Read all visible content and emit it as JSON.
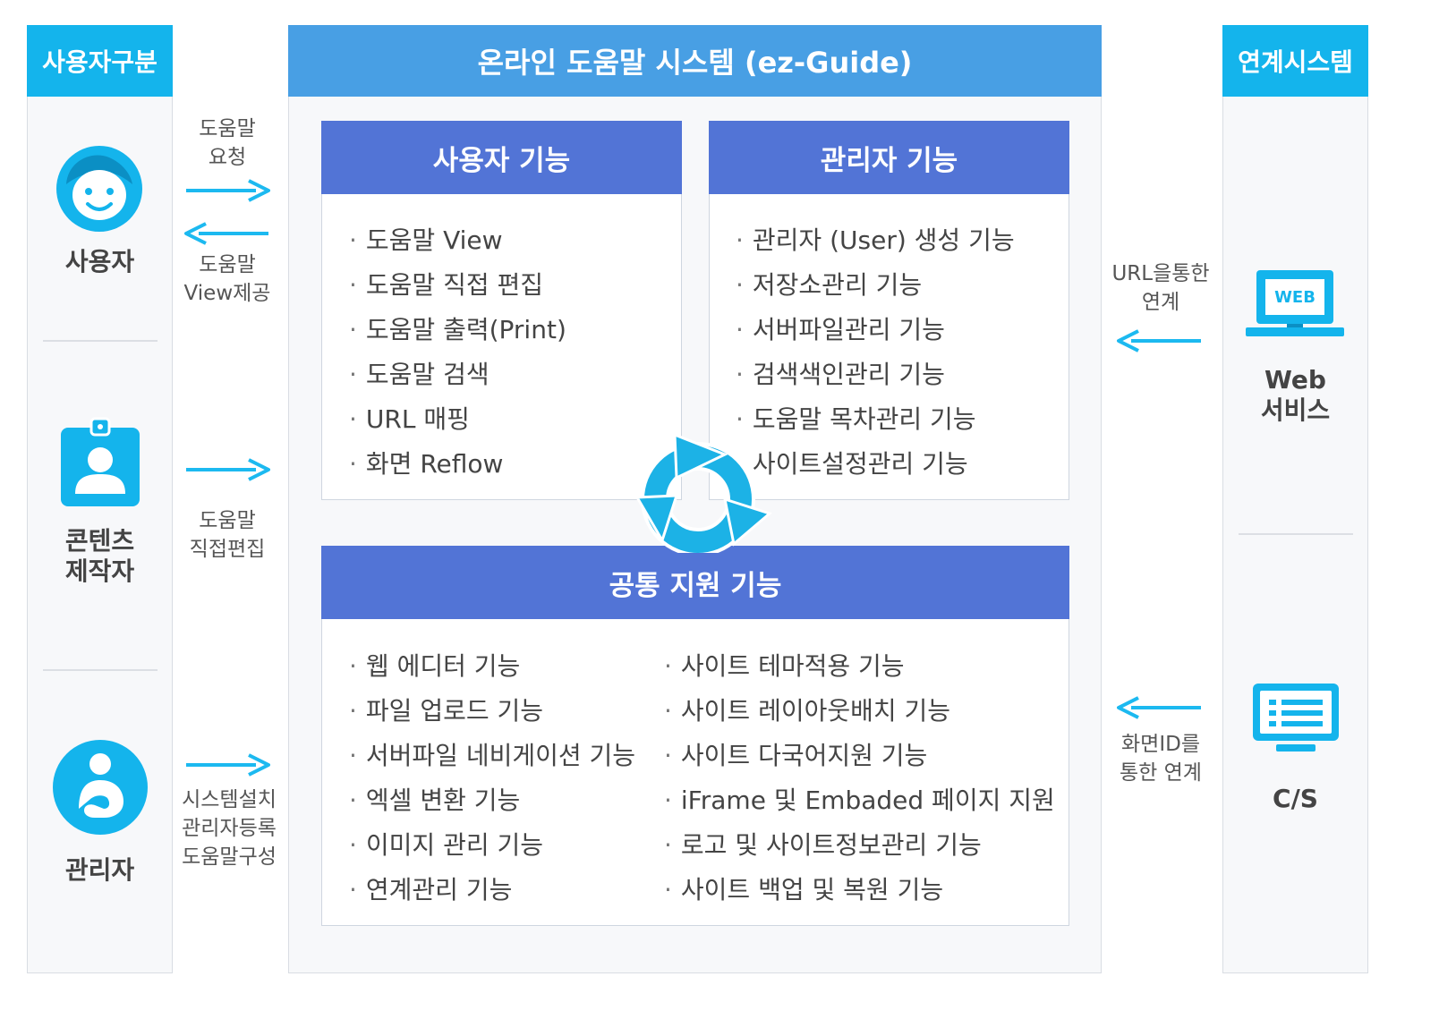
{
  "colors": {
    "cyan": "#14b4ec",
    "main_header": "#489fe4",
    "section_header": "#5274d6",
    "arrow": "#1cb9f0"
  },
  "left": {
    "header": "사용자구분",
    "actors": [
      {
        "label": "사용자",
        "icon": "smiley-face-icon"
      },
      {
        "label": "콘텐츠\n제작자",
        "icon": "id-badge-icon"
      },
      {
        "label": "관리자",
        "icon": "admin-person-icon"
      }
    ]
  },
  "flows": {
    "help_request": "도움말\n요청",
    "view_provide": "도움말\nView제공",
    "direct_edit": "도움말\n직접편집",
    "admin_tasks": "시스템설치\n관리자등록\n도움말구성"
  },
  "main": {
    "title": "온라인 도움말 시스템 (ez-Guide)",
    "user_functions": {
      "title": "사용자 기능",
      "items": [
        "도움말 View",
        "도움말 직접 편집",
        "도움말 출력(Print)",
        "도움말 검색",
        "URL 매핑",
        "화면 Reflow"
      ]
    },
    "admin_functions": {
      "title": "관리자 기능",
      "items": [
        "관리자 (User) 생성 기능",
        "저장소관리 기능",
        "서버파일관리 기능",
        "검색색인관리 기능",
        "도움말 목차관리 기능",
        "사이트설정관리 기능"
      ]
    },
    "common_functions": {
      "title": "공통 지원 기능",
      "col1": [
        "웹 에디터 기능",
        "파일 업로드 기능",
        "서버파일 네비게이션 기능",
        "엑셀 변환 기능",
        "이미지 관리 기능",
        "연계관리 기능"
      ],
      "col2": [
        "사이트 테마적용 기능",
        "사이트 레이아웃배치 기능",
        "사이트 다국어지원 기능",
        "iFrame 및 Embaded 페이지 지원",
        "로고 및 사이트정보관리 기능",
        "사이트 백업 및 복원 기능"
      ]
    },
    "cycle_icon": "refresh-cycle-icon"
  },
  "right": {
    "header": "연계시스템",
    "systems": [
      {
        "label": "Web\n서비스",
        "icon": "laptop-web-icon",
        "badge": "WEB"
      },
      {
        "label": "C/S",
        "icon": "monitor-list-icon"
      }
    ],
    "flows": {
      "url_link": "URL을통한\n연계",
      "screen_id_link": "화면ID를\n통한 연계"
    }
  }
}
